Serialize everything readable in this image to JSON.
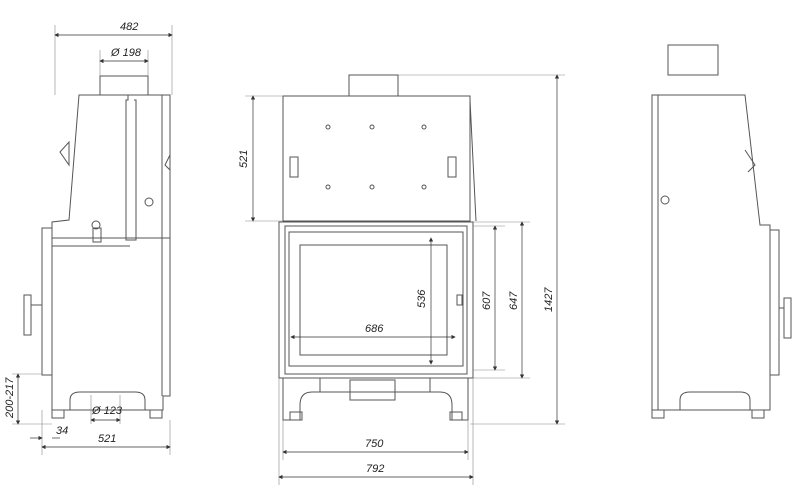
{
  "title": "Fireplace insert technical drawing",
  "side_view_left": {
    "depth_top": "482",
    "flue_diameter": "Ø 198",
    "base_depth": "521",
    "door_offset": "34",
    "leg_height": "200-217",
    "air_inlet_diameter": "Ø 123"
  },
  "front_view": {
    "hood_height": "521",
    "glass_height": "536",
    "glass_width": "686",
    "door_height": "607",
    "frame_height": "647",
    "total_height": "1427",
    "body_width": "750",
    "total_width": "792"
  },
  "colors": {
    "line": "#555555",
    "dimension": "#333333"
  }
}
